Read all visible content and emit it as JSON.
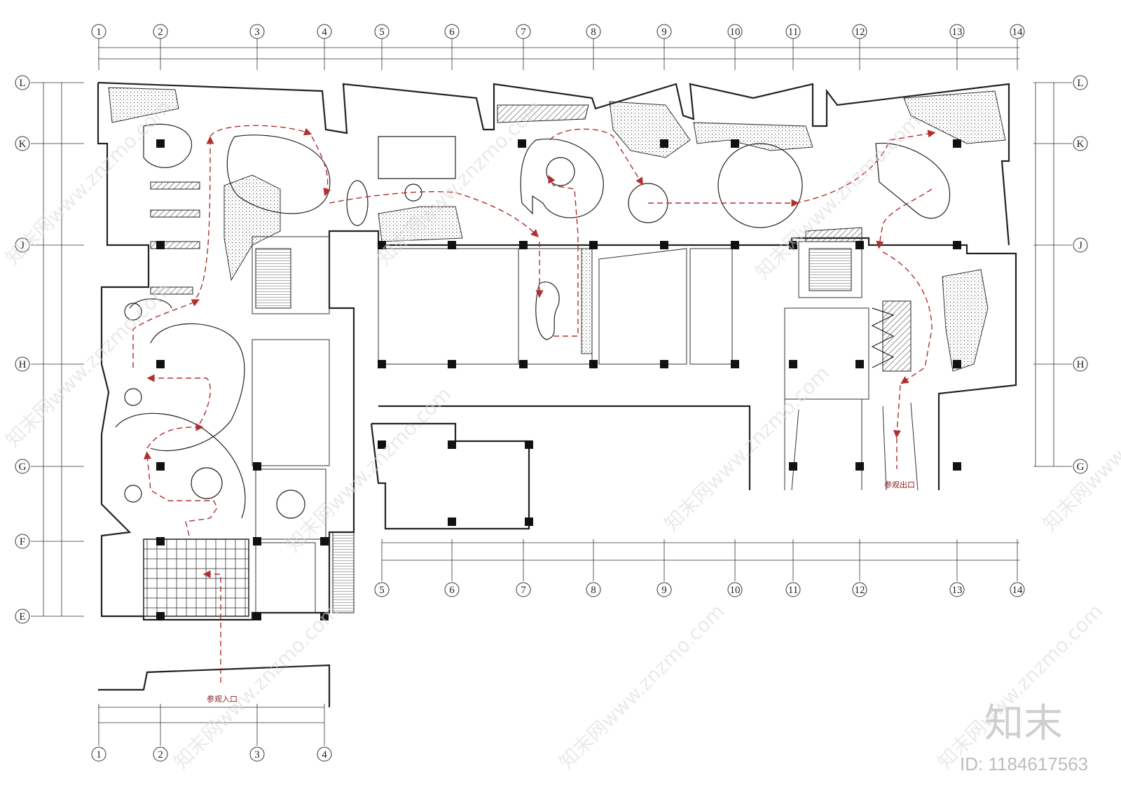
{
  "grid": {
    "top_numbers": [
      "1",
      "2",
      "3",
      "4",
      "5",
      "6",
      "7",
      "8",
      "9",
      "10",
      "11",
      "12",
      "13",
      "14"
    ],
    "middle_numbers": [
      "5",
      "6",
      "7",
      "8",
      "9",
      "10",
      "11",
      "12",
      "13",
      "14"
    ],
    "bottom_numbers": [
      "1",
      "2",
      "3",
      "4"
    ],
    "left_letters": [
      "L",
      "K",
      "J",
      "H",
      "G",
      "F",
      "E"
    ],
    "right_letters": [
      "L",
      "K",
      "J",
      "H",
      "G"
    ]
  },
  "labels": {
    "entrance": "参观入口",
    "exit": "参观出口"
  },
  "watermark": {
    "text": "知末网www.znzmo.com",
    "logo": "知末",
    "id": "ID: 1184617563"
  },
  "colors": {
    "route": "#b03030",
    "wall": "#222222",
    "watermark": "#d9d9d9"
  }
}
